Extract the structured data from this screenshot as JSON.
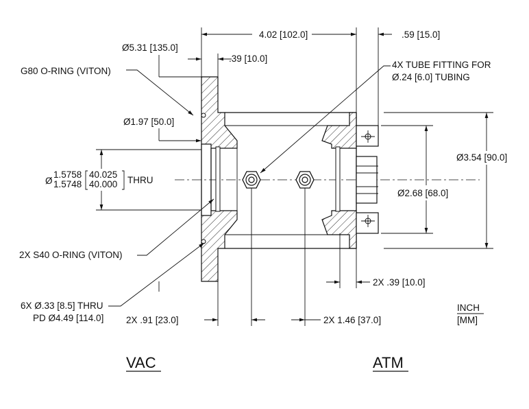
{
  "dimensions": {
    "overall_length": "4.02 [102.0]",
    "flange_offset": ".59 [15.0]",
    "flange_od": "Ø5.31 [135.0]",
    "flange_thickness": ".39 [10.0]",
    "bore_dia": "Ø1.97 [50.0]",
    "thru_prefix": "Ø",
    "thru_upper_in": "1.5758",
    "thru_lower_in": "1.5748",
    "thru_upper_mm": "40.025",
    "thru_lower_mm": "40.000",
    "thru_label": "THRU",
    "body_od": "Ø3.54 [90.0]",
    "inner_dia": "Ø2.68 [68.0]",
    "port_offset": "2X .39 [10.0]",
    "vac_fitting_pos": "2X .91 [23.0]",
    "fitting_spacing": "2X 1.46 [37.0]"
  },
  "callouts": {
    "g80_oring": "G80 O-RING (VITON)",
    "tube_fitting_line1": "4X TUBE FITTING FOR",
    "tube_fitting_line2": "Ø.24 [6.0] TUBING",
    "s40_oring": "2X S40 O-RING (VITON)",
    "holes_line1": "6X Ø.33 [8.5] THRU",
    "holes_line2": "PD Ø4.49 [114.0]"
  },
  "units": {
    "primary": "INCH",
    "secondary": "[MM]"
  },
  "sides": {
    "left": "VAC",
    "right": "ATM"
  }
}
